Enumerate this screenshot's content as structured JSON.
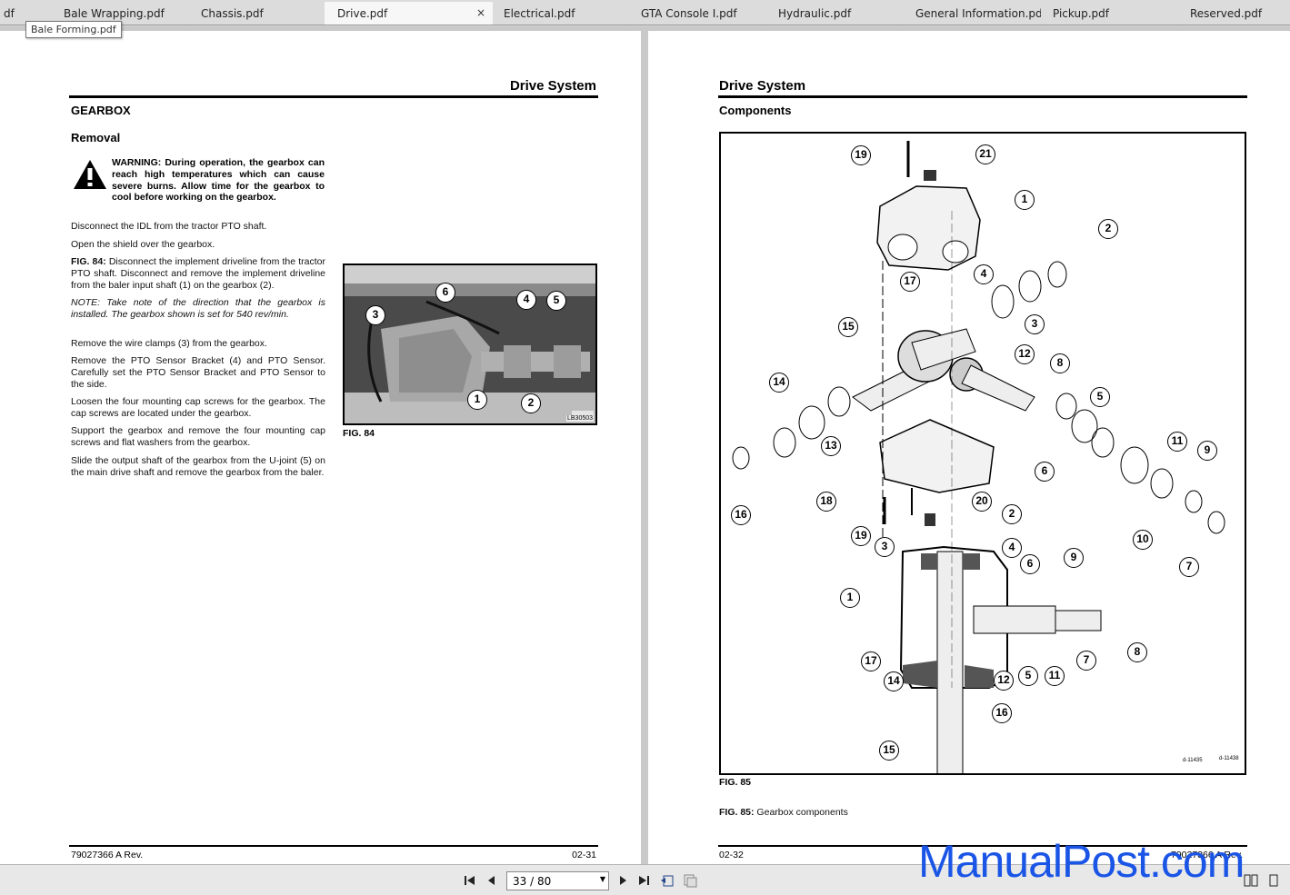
{
  "tabs": [
    {
      "label": "df",
      "active": false
    },
    {
      "label": "Bale Wrapping.pdf",
      "active": false
    },
    {
      "label": "Chassis.pdf",
      "active": false
    },
    {
      "label": "Drive.pdf",
      "active": true
    },
    {
      "label": "Electrical.pdf",
      "active": false
    },
    {
      "label": "GTA Console I.pdf",
      "active": false
    },
    {
      "label": "Hydraulic.pdf",
      "active": false
    },
    {
      "label": "General Information.pdf",
      "active": false
    },
    {
      "label": "Pickup.pdf",
      "active": false
    },
    {
      "label": "Reserved.pdf",
      "active": false
    }
  ],
  "tab_close_glyph": "×",
  "tooltip": "Bale Forming.pdf",
  "left_page": {
    "header": "Drive System",
    "section": "GEARBOX",
    "subsection": "Removal",
    "warning": "WARNING: During operation, the gearbox can reach high temperatures which can cause severe burns. Allow time for the gearbox to cool before working on the gearbox.",
    "p1": "Disconnect the IDL from the tractor PTO shaft.",
    "p2": "Open the shield over the gearbox.",
    "p3_label": "FIG. 84:",
    "p3": " Disconnect the implement driveline from the tractor PTO shaft. Disconnect and remove the implement driveline from the baler input shaft (1) on the gearbox (2).",
    "note": "NOTE: Take note of the direction that the gearbox is installed. The gearbox shown is set for 540 rev/min.",
    "p4": "Remove the wire clamps (3) from the gearbox.",
    "p5": "Remove the PTO Sensor Bracket (4) and PTO Sensor. Carefully set the PTO Sensor Bracket and PTO Sensor to the side.",
    "p6": "Loosen the four mounting cap screws for the gearbox. The cap screws are located under the gearbox.",
    "p7": "Support the gearbox and remove the four mounting cap screws and flat washers from the gearbox.",
    "p8": "Slide the output shaft of the gearbox from the U-joint (5) on the main drive shaft and remove the gearbox from the baler.",
    "fig_label": "FIG. 84",
    "photo_code": "LB30503",
    "photo_callouts": [
      "6",
      "4",
      "5",
      "3",
      "1",
      "2"
    ],
    "footer_left": "79027366 A Rev.",
    "footer_right": "02-31"
  },
  "right_page": {
    "header": "Drive System",
    "section": "Components",
    "fig_label": "FIG. 85",
    "caption_label": "FIG. 85:",
    "caption": "  Gearbox components",
    "code1": "d-11435",
    "code2": "d-11438",
    "footer_left": "02-32",
    "footer_right": "79027366 A Rev."
  },
  "toolbar": {
    "page_indicator": "33 / 80",
    "first_icon": "first-page-icon",
    "prev_icon": "prev-page-icon",
    "next_icon": "next-page-icon",
    "last_icon": "last-page-icon"
  },
  "watermark": "ManualPost.com"
}
